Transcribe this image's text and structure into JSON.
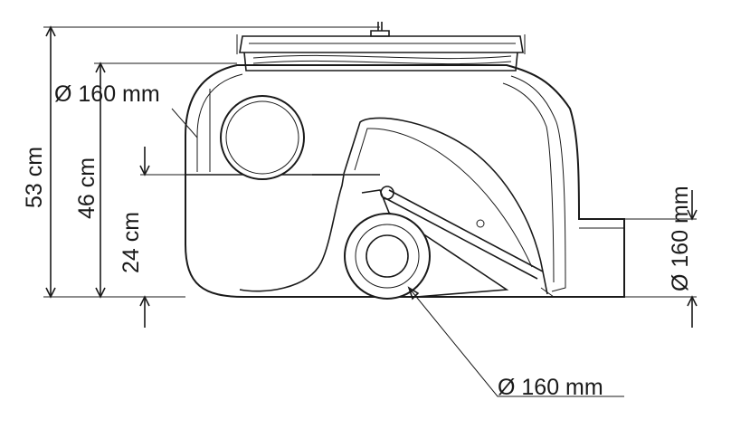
{
  "dimensions": {
    "total_height": "53 cm",
    "mid_height": "46 cm",
    "low_height": "24 cm",
    "top_pipe_diameter": "Ø 160 mm",
    "right_outlet_diameter": "Ø 160 mm",
    "bottom_pipe_diameter": "Ø 160 mm"
  },
  "colors": {
    "line": "#1a1a1a",
    "background": "#ffffff"
  }
}
